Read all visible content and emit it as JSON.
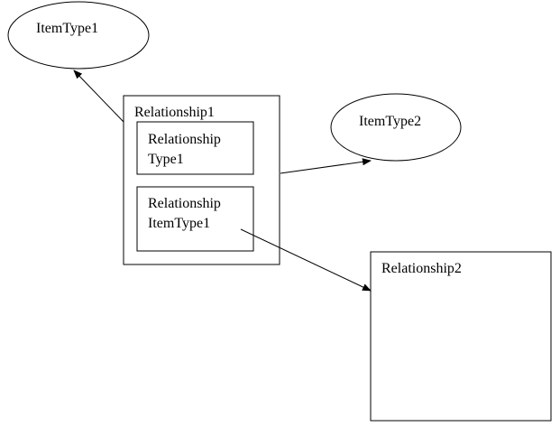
{
  "nodes": {
    "itemtype1": {
      "label": "ItemType1"
    },
    "itemtype2": {
      "label": "ItemType2"
    },
    "relationship1": {
      "label": "Relationship1",
      "relationship_type_lines": [
        "Relationship",
        "Type1"
      ],
      "relationship_itemtype_lines": [
        "Relationship",
        "ItemType1"
      ]
    },
    "relationship2": {
      "label": "Relationship2"
    }
  },
  "colors": {
    "stroke": "#000000",
    "fill": "#ffffff",
    "text": "#000000"
  }
}
